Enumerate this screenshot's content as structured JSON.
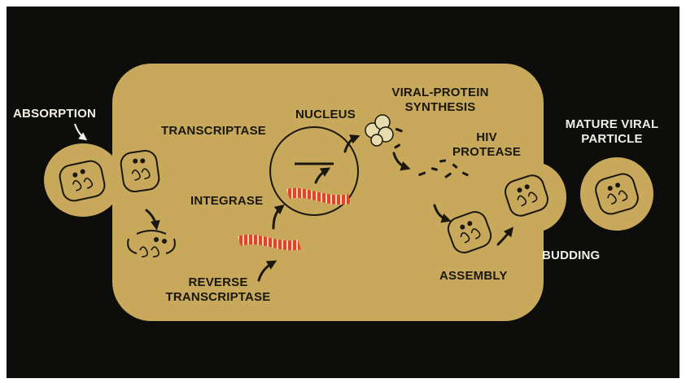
{
  "colors": {
    "background": "#0d0d0b",
    "cell": "#c8a85a",
    "cell_dark": "#b8994c",
    "rna": "#e0452a",
    "ink": "#1a170f",
    "text_on_dark": "#f2efe6"
  },
  "labels": {
    "absorption": "ABSORPTION",
    "transcriptase": "TRANSCRIPTASE",
    "nucleus": "NUCLEUS",
    "viral_protein_line1": "VIRAL-PROTEIN",
    "viral_protein_line2": "SYNTHESIS",
    "hiv_protease_line1": "HIV",
    "hiv_protease_line2": "PROTEASE",
    "mature_line1": "MATURE VIRAL",
    "mature_line2": "PARTICLE",
    "integrase": "INTEGRASE",
    "budding": "BUDDING",
    "reverse_line1": "REVERSE",
    "reverse_line2": "TRANSCRIPTASE",
    "assembly": "ASSEMBLY"
  }
}
